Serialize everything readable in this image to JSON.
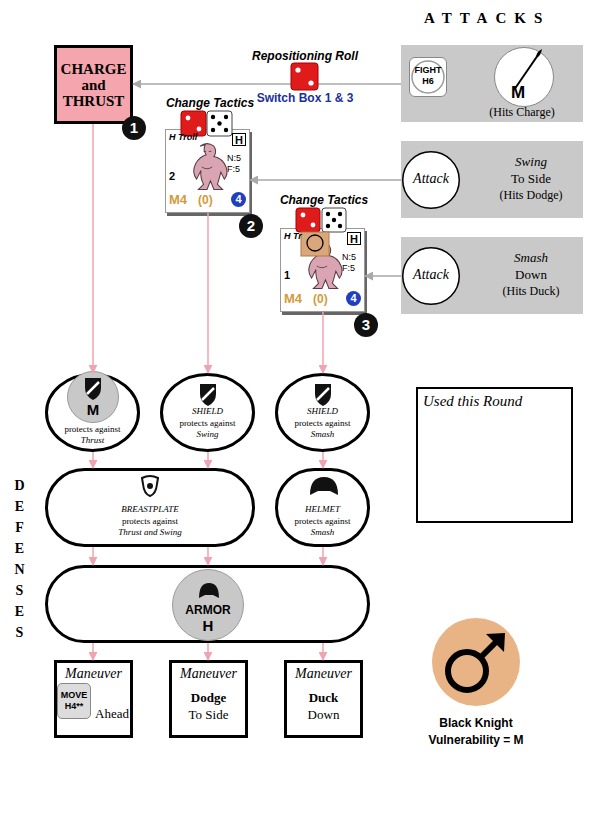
{
  "diagram": {
    "nodes": [
      {
        "text": [
          "CHARGE and THRUST"
        ]
      },
      {
        "text": [
          "H Troll",
          "H",
          "N:5",
          "F:5",
          "2",
          "M4",
          "(0)",
          "4"
        ]
      },
      {
        "text": [
          "H Tr",
          "H",
          "N:5",
          "F:5",
          "1",
          "M4",
          "(0)",
          "4"
        ]
      },
      {
        "text": [
          "(Hits Charge)"
        ]
      },
      {
        "text": [
          "FIGHT H6"
        ],
        "in": 3
      },
      {
        "text": [
          "M"
        ],
        "in": 3
      },
      {
        "text": [
          "Swing",
          "To Side",
          "(Hits Dodge)"
        ]
      },
      {
        "text": [
          "Attack"
        ],
        "in": 6
      },
      {
        "text": [
          "Smash",
          "Down",
          "(Hits Duck)"
        ]
      },
      {
        "text": [
          "Attack"
        ],
        "in": 8
      },
      {
        "text": [
          "protects against",
          "Thrust"
        ]
      },
      {
        "text": [
          "M"
        ],
        "in": 10
      },
      {
        "text": [
          "SHIELD",
          "protects against",
          "Swing"
        ]
      },
      {
        "text": [
          "SHIELD",
          "protects against",
          "Smash"
        ]
      },
      {
        "text": [
          "BREASTPLATE",
          "protects against",
          "Thrust and Swing"
        ]
      },
      {
        "text": [
          "HELMET",
          "protects against",
          "Smash"
        ]
      },
      {
        "text": []
      },
      {
        "text": [
          "ARMOR",
          "H"
        ],
        "in": 16
      },
      {
        "text": [
          "Maneuver",
          "Ahead"
        ]
      },
      {
        "text": [
          "MOVE H4**"
        ],
        "in": 18
      },
      {
        "text": [
          "Maneuver",
          "Dodge",
          "To Side"
        ]
      },
      {
        "text": [
          "Maneuver",
          "Duck",
          "Down"
        ]
      },
      {
        "text": [
          "Used this Round"
        ]
      },
      {
        "text": [
          "Black Knight",
          "Vulnerability = M"
        ]
      }
    ],
    "edges": [
      {
        "from": 3,
        "to": 0,
        "arrow": "to"
      },
      {
        "from": 6,
        "to": 1,
        "arrow": "to"
      },
      {
        "from": 8,
        "to": 2,
        "arrow": "to"
      },
      {
        "from": 0,
        "to": 10,
        "arrow": "to"
      },
      {
        "from": 1,
        "to": 12,
        "arrow": "to"
      },
      {
        "from": 2,
        "to": 13,
        "arrow": "to"
      },
      {
        "from": 10,
        "to": 14,
        "arrow": "to"
      },
      {
        "from": 12,
        "to": 14,
        "arrow": "to"
      },
      {
        "from": 13,
        "to": 15,
        "arrow": "to"
      },
      {
        "from": 14,
        "to": 16,
        "arrow": "to"
      },
      {
        "from": 14,
        "to": 16,
        "arrow": "to"
      },
      {
        "from": 15,
        "to": 16,
        "arrow": "to"
      },
      {
        "from": 16,
        "to": 18,
        "arrow": "to"
      },
      {
        "from": 16,
        "to": 20,
        "arrow": "to"
      },
      {
        "from": 16,
        "to": 21,
        "arrow": "to"
      }
    ],
    "labels": [
      "ATTACKS",
      "DEFENSES",
      "Repositioning Roll",
      "Switch Box 1 & 3",
      "Change Tactics",
      "Change Tactics",
      "1",
      "2",
      "3"
    ]
  }
}
